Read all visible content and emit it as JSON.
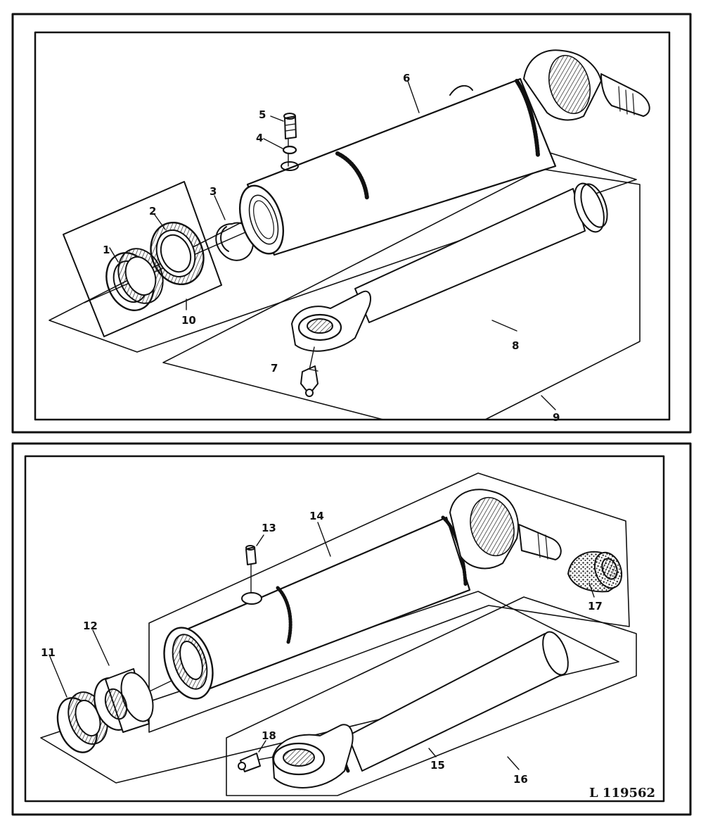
{
  "figure_id": "L 119562",
  "upper_assembly": {
    "callouts": [
      "1",
      "2",
      "3",
      "4",
      "5",
      "6",
      "7",
      "8",
      "9",
      "10"
    ]
  },
  "lower_assembly": {
    "callouts": [
      "11",
      "12",
      "13",
      "14",
      "15",
      "16",
      "17",
      "18"
    ]
  },
  "colors": {
    "line": "#111111",
    "paper": "#ffffff",
    "shade": "#444444"
  }
}
